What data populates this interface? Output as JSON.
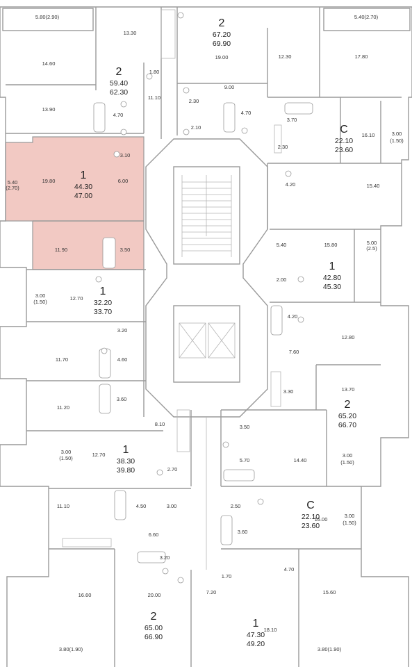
{
  "highlight_color": "#f2c9c3",
  "apartments": [
    {
      "id": "a1",
      "rooms": "2",
      "total": "67.20",
      "living": "69.90"
    },
    {
      "id": "a2",
      "rooms": "2",
      "total": "59.40",
      "living": "62.30"
    },
    {
      "id": "a3",
      "rooms": "C",
      "total": "22.10",
      "living": "23.60"
    },
    {
      "id": "a4",
      "rooms": "1",
      "total": "44.30",
      "living": "47.00",
      "highlighted": true
    },
    {
      "id": "a5",
      "rooms": "1",
      "total": "42.80",
      "living": "45.30"
    },
    {
      "id": "a6",
      "rooms": "1",
      "total": "32.20",
      "living": "33.70"
    },
    {
      "id": "a7",
      "rooms": "2",
      "total": "65.20",
      "living": "66.70"
    },
    {
      "id": "a8",
      "rooms": "1",
      "total": "38.30",
      "living": "39.80"
    },
    {
      "id": "a9",
      "rooms": "C",
      "total": "22.10",
      "living": "23.60"
    },
    {
      "id": "a10",
      "rooms": "2",
      "total": "65.00",
      "living": "66.90"
    },
    {
      "id": "a11",
      "rooms": "1",
      "total": "47.30",
      "living": "49.20"
    }
  ],
  "room_areas": [
    "5.80(2.90)",
    "13.30",
    "5.40(2.70)",
    "14.60",
    "19.00",
    "12.30",
    "17.80",
    "1.80",
    "9.00",
    "11.10",
    "13.90",
    "4.70",
    "2.30",
    "4.70",
    "2.10",
    "3.70",
    "16.10",
    "3.00",
    "(1.50)",
    "2.30",
    "3.10",
    "5.40",
    "(2.70)",
    "19.80",
    "6.00",
    "4.20",
    "15.40",
    "11.90",
    "3.50",
    "5.40",
    "15.80",
    "5.00",
    "(2.5)",
    "2.00",
    "3.00",
    "(1.50)",
    "12.70",
    "4.20",
    "12.80",
    "3.20",
    "11.70",
    "4.60",
    "7.60",
    "13.70",
    "3.30",
    "11.20",
    "3.60",
    "8.10",
    "3.50",
    "3.00",
    "(1.50)",
    "12.70",
    "2.70",
    "5.70",
    "14.40",
    "3.00",
    "(1.50)",
    "11.10",
    "4.50",
    "3.00",
    "2.50",
    "16.00",
    "3.00",
    "(1.50)",
    "6.60",
    "3.60",
    "3.20",
    "1.70",
    "4.70",
    "16.60",
    "20.00",
    "7.20",
    "15.60",
    "18.10",
    "3.80(1.90)",
    "3.80(1.90)"
  ]
}
